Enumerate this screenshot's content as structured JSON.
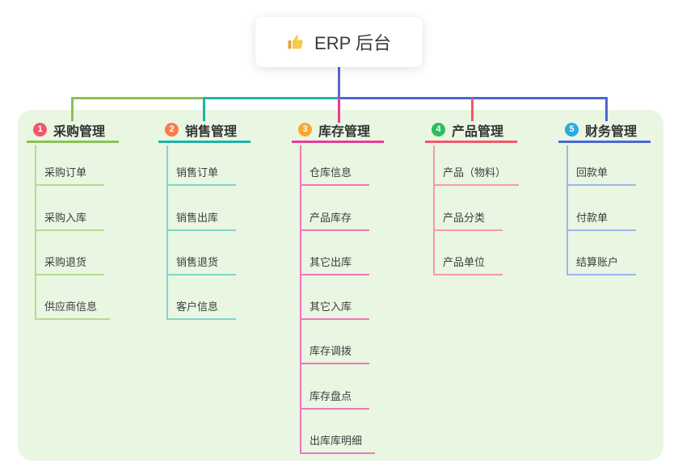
{
  "root": {
    "label": "ERP 后台",
    "icon": "thumbs-up",
    "stem_color": "#5b67d4"
  },
  "panel": {
    "background": "#e8f6e2"
  },
  "branches": [
    {
      "index": "1",
      "label": "采购管理",
      "badge_color": "#f3566b",
      "line_color": "#8cc152",
      "child_line_color": "#b4db8e",
      "children": [
        "采购订单",
        "采购入库",
        "采购退货",
        "供应商信息"
      ]
    },
    {
      "index": "2",
      "label": "销售管理",
      "badge_color": "#f87c4b",
      "line_color": "#19b5a5",
      "child_line_color": "#82d5cb",
      "children": [
        "销售订单",
        "销售出库",
        "销售退货",
        "客户信息"
      ]
    },
    {
      "index": "3",
      "label": "库存管理",
      "badge_color": "#f9a72b",
      "line_color": "#e93b97",
      "child_line_color": "#f176ba",
      "children": [
        "仓库信息",
        "产品库存",
        "其它出库",
        "其它入库",
        "库存调拨",
        "库存盘点",
        "出库库明细"
      ]
    },
    {
      "index": "4",
      "label": "产品管理",
      "badge_color": "#2dbd5f",
      "line_color": "#f4566b",
      "child_line_color": "#f79aa4",
      "children": [
        "产品（物料）",
        "产品分类",
        "产品单位"
      ]
    },
    {
      "index": "5",
      "label": "财务管理",
      "badge_color": "#29aae1",
      "line_color": "#4a67d6",
      "child_line_color": "#9fb5e9",
      "children": [
        "回款单",
        "付款单",
        "结算账户"
      ]
    }
  ]
}
